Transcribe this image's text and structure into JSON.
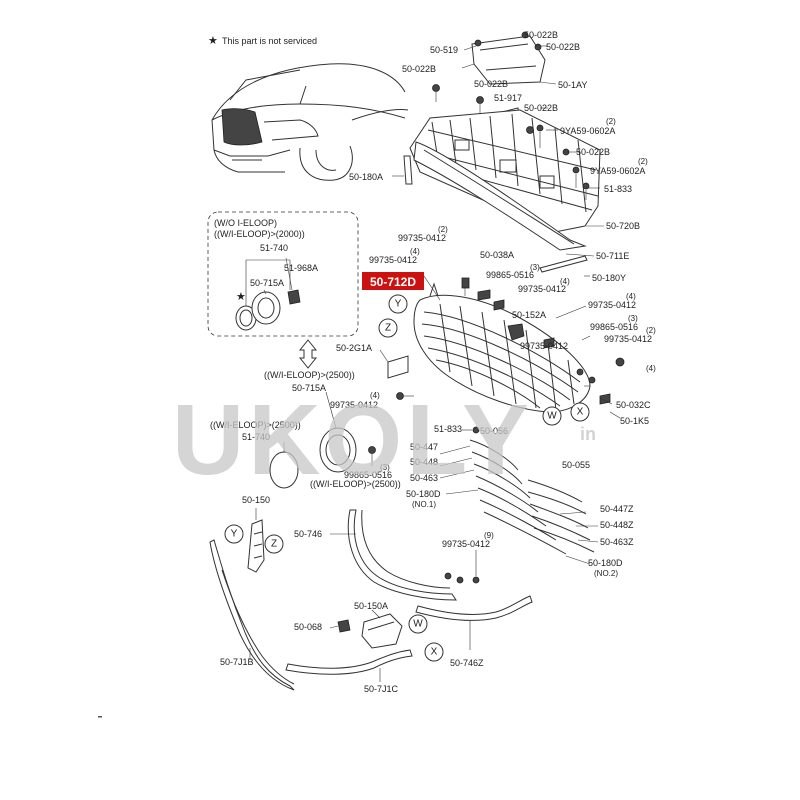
{
  "note": "This part is not serviced",
  "highlight": {
    "label": "50-712D",
    "color": "#cc1111"
  },
  "watermark": {
    "main": "UKOLY",
    "sub": "in"
  },
  "options": {
    "wo_ieloop": "(W/O I-ELOOP)",
    "w_ieloop_2000": "((W/I-ELOOP)>(2000))",
    "w_ieloop_2500": "((W/I-ELOOP)>(2500))",
    "wi_eloop_2500": "((W/I-ELOOP)>(2500))",
    "wi_eloop_2500b": "((W/I-ELOOP)>(2500))"
  },
  "labels": [
    {
      "id": "l1",
      "text": "50-022B"
    },
    {
      "id": "l2",
      "text": "50-519"
    },
    {
      "id": "l3",
      "text": "50-022B"
    },
    {
      "id": "l4",
      "text": "50-022B"
    },
    {
      "id": "l5",
      "text": "50-1AY"
    },
    {
      "id": "l6",
      "text": "50-022B"
    },
    {
      "id": "l7",
      "text": "51-917"
    },
    {
      "id": "l8",
      "text": "50-022B"
    },
    {
      "id": "l9",
      "text": "9YA59-0602A"
    },
    {
      "id": "l10",
      "text": "50-022B"
    },
    {
      "id": "l11",
      "text": "9YA59-0602A"
    },
    {
      "id": "l12",
      "text": "51-833"
    },
    {
      "id": "l13",
      "text": "50-180A"
    },
    {
      "id": "l14",
      "text": "50-720B"
    },
    {
      "id": "l15",
      "text": "99735-0412"
    },
    {
      "id": "l16",
      "text": "50-711E"
    },
    {
      "id": "l17",
      "text": "99735-0412"
    },
    {
      "id": "l18",
      "text": "50-038A"
    },
    {
      "id": "l19",
      "text": "50-180Y"
    },
    {
      "id": "l20",
      "text": "99865-0516"
    },
    {
      "id": "l21",
      "text": "99735-0412"
    },
    {
      "id": "l22",
      "text": "99735-0412"
    },
    {
      "id": "l23",
      "text": "50-152A"
    },
    {
      "id": "l24",
      "text": "99865-0516"
    },
    {
      "id": "l25",
      "text": "99735-0412"
    },
    {
      "id": "l26",
      "text": "50-2G1A"
    },
    {
      "id": "l27",
      "text": "99735-0412"
    },
    {
      "id": "l28",
      "text": "50-715A"
    },
    {
      "id": "l29",
      "text": "50-032C"
    },
    {
      "id": "l30",
      "text": "99735-0412"
    },
    {
      "id": "l31",
      "text": "50-1K5"
    },
    {
      "id": "l32",
      "text": "51-740"
    },
    {
      "id": "l33",
      "text": "51-833"
    },
    {
      "id": "l34",
      "text": "50-056"
    },
    {
      "id": "l35",
      "text": "50-447"
    },
    {
      "id": "l36",
      "text": "50-448"
    },
    {
      "id": "l37",
      "text": "50-463"
    },
    {
      "id": "l38",
      "text": "50-055"
    },
    {
      "id": "l39",
      "text": "99865-0516"
    },
    {
      "id": "l40",
      "text": "50-180D"
    },
    {
      "id": "l41",
      "text": "(NO.1)"
    },
    {
      "id": "l42",
      "text": "50-447Z"
    },
    {
      "id": "l43",
      "text": "50-448Z"
    },
    {
      "id": "l44",
      "text": "50-463Z"
    },
    {
      "id": "l45",
      "text": "50-150"
    },
    {
      "id": "l46",
      "text": "50-746"
    },
    {
      "id": "l47",
      "text": "99735-0412"
    },
    {
      "id": "l48",
      "text": "50-180D"
    },
    {
      "id": "l49",
      "text": "(NO.2)"
    },
    {
      "id": "l50",
      "text": "50-150A"
    },
    {
      "id": "l51",
      "text": "50-068"
    },
    {
      "id": "l52",
      "text": "50-7J1B"
    },
    {
      "id": "l53",
      "text": "50-746Z"
    },
    {
      "id": "l54",
      "text": "50-7J1C"
    },
    {
      "id": "l55",
      "text": "51-740"
    },
    {
      "id": "l56",
      "text": "51-968A"
    },
    {
      "id": "l57",
      "text": "50-715A"
    }
  ],
  "quantities": [
    {
      "id": "q1",
      "text": "(2)"
    },
    {
      "id": "q2",
      "text": "(2)"
    },
    {
      "id": "q3",
      "text": "(2)"
    },
    {
      "id": "q4",
      "text": "(4)"
    },
    {
      "id": "q5",
      "text": "(3)"
    },
    {
      "id": "q6",
      "text": "(4)"
    },
    {
      "id": "q7",
      "text": "(4)"
    },
    {
      "id": "q8",
      "text": "(3)"
    },
    {
      "id": "q9",
      "text": "(2)"
    },
    {
      "id": "q10",
      "text": "(4)"
    },
    {
      "id": "q11",
      "text": "(4)"
    },
    {
      "id": "q12",
      "text": "(3)"
    },
    {
      "id": "q13",
      "text": "(9)"
    }
  ],
  "callouts": {
    "y": "Y",
    "z": "Z",
    "w": "W",
    "x": "X"
  }
}
